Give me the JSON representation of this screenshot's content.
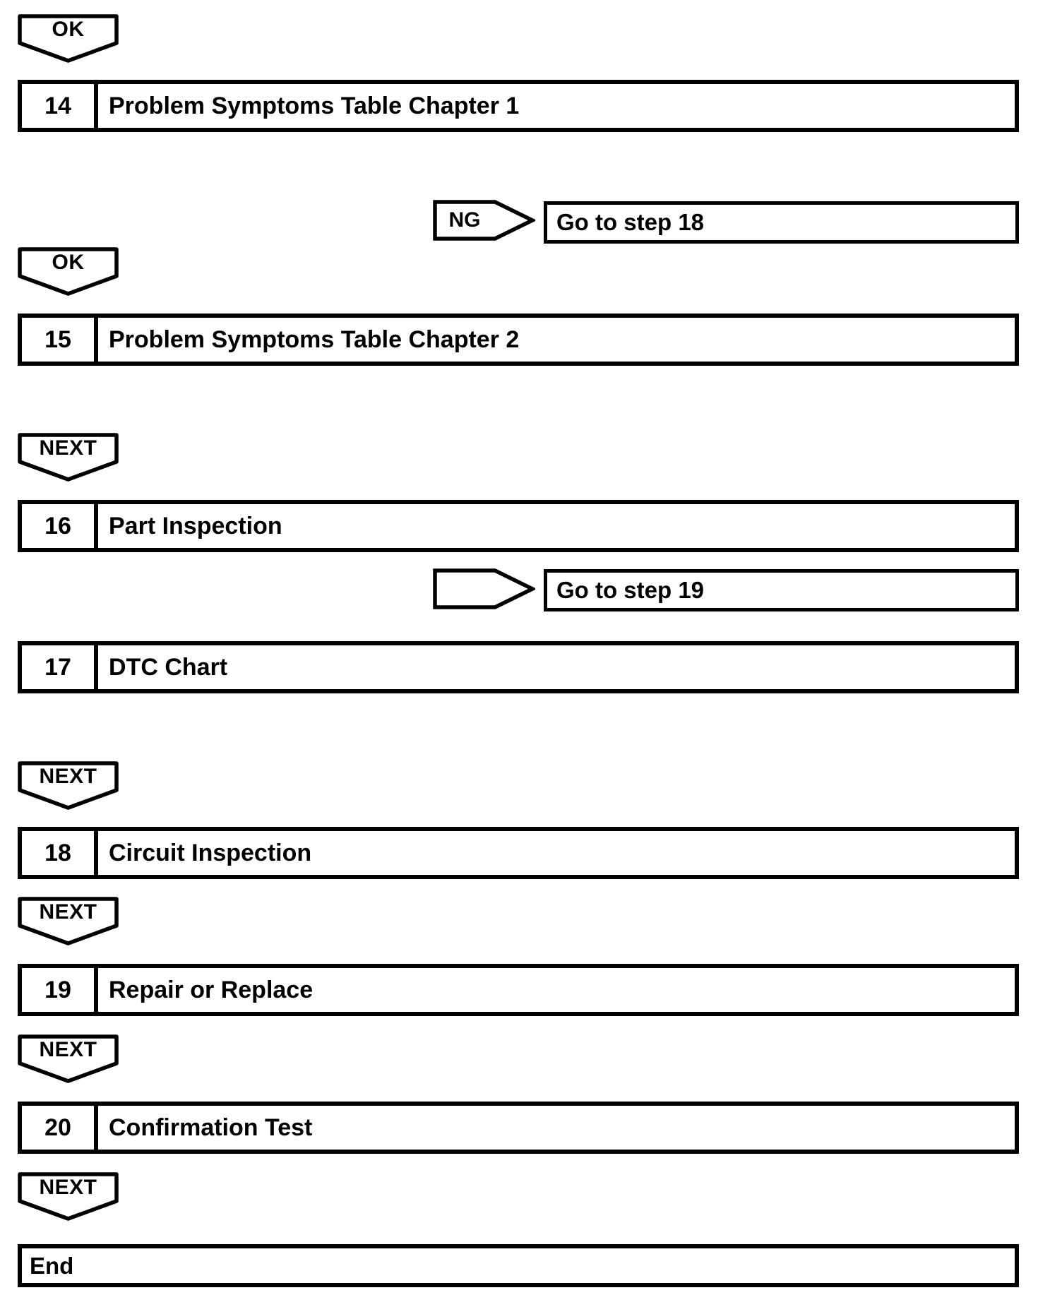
{
  "page": {
    "background_color": "#ffffff",
    "line_color": "#000000"
  },
  "flowchart": {
    "connectors": [
      {
        "label": "OK"
      },
      {
        "label": "OK"
      },
      {
        "label": "NEXT"
      },
      {
        "label": "NEXT"
      },
      {
        "label": "NEXT"
      },
      {
        "label": "NEXT"
      },
      {
        "label": "NEXT"
      }
    ],
    "steps": [
      {
        "number": "14",
        "title": "Problem Symptoms Table Chapter 1"
      },
      {
        "number": "15",
        "title": "Problem Symptoms Table Chapter 2"
      },
      {
        "number": "16",
        "title": "Part Inspection"
      },
      {
        "number": "17",
        "title": "DTC Chart"
      },
      {
        "number": "18",
        "title": "Circuit Inspection"
      },
      {
        "number": "19",
        "title": "Repair or Replace"
      },
      {
        "number": "20",
        "title": "Confirmation Test"
      }
    ],
    "branches": [
      {
        "label": "NG",
        "target": "Go to step 18"
      },
      {
        "label": "",
        "target": "Go to step 19"
      }
    ],
    "end": {
      "label": "End"
    }
  }
}
